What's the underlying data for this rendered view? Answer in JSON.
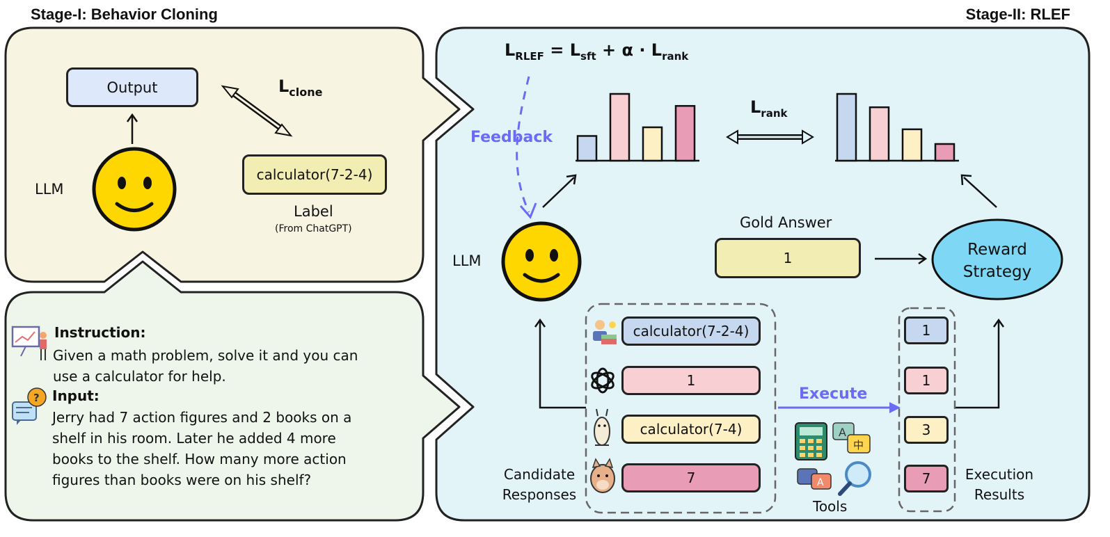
{
  "stage1": {
    "title": "Stage-I: Behavior Cloning",
    "output_label": "Output",
    "loss_main": "L",
    "loss_sub": "clone",
    "llm_label": "LLM",
    "call_label": "calculator(7-2-4)",
    "label_title": "Label",
    "label_source": "(From ChatGPT)"
  },
  "prompt": {
    "instruction_title": "Instruction:",
    "instruction_lines": [
      "Given a math problem, solve it and you can",
      "use a calculator for help."
    ],
    "input_title": "Input:",
    "input_lines": [
      "Jerry had 7 action figures and 2 books on a",
      "shelf in his room. Later he added 4 more",
      "books to the shelf. How many more action",
      "figures than books were on his shelf?"
    ]
  },
  "stage2": {
    "title": "Stage-II: RLEF",
    "formula": {
      "lhs": "L",
      "lhs_sub": "RLEF",
      "eq": " = ",
      "t1": "L",
      "t1_sub": "sft",
      "plus": " + α · ",
      "t2": "L",
      "t2_sub": "rank"
    },
    "feedback_label": "Feedback",
    "rank_main": "L",
    "rank_sub": "rank",
    "llm_label": "LLM",
    "gold_title": "Gold Answer",
    "gold_value": "1",
    "reward_lines": [
      "Reward",
      "Strategy"
    ],
    "execute_label": "Execute",
    "candidates_lines": [
      "Candidate",
      "Responses"
    ],
    "tools_label": "Tools",
    "exec_lines": [
      "Execution",
      "Results"
    ],
    "candidates": [
      {
        "text": "calculator(7-2-4)",
        "color": "#c6d8f0",
        "icon": "teacher-icon"
      },
      {
        "text": "1",
        "color": "#f8d0d4",
        "icon": "chatgpt-icon"
      },
      {
        "text": "calculator(7-4)",
        "color": "#fdf0c4",
        "icon": "llama-icon"
      },
      {
        "text": "7",
        "color": "#e89cb6",
        "icon": "alpaca-icon"
      }
    ],
    "results": [
      {
        "text": "1",
        "color": "#c6d8f0"
      },
      {
        "text": "1",
        "color": "#f8d0d4"
      },
      {
        "text": "3",
        "color": "#fdf0c4"
      },
      {
        "text": "7",
        "color": "#e89cb6"
      }
    ],
    "left_bars": [
      {
        "value": 0.37,
        "color": "#c6d8f0"
      },
      {
        "value": 1.0,
        "color": "#f8d0d4"
      },
      {
        "value": 0.5,
        "color": "#fdf0c4"
      },
      {
        "value": 0.82,
        "color": "#e89cb6"
      }
    ],
    "right_bars": [
      {
        "value": 1.0,
        "color": "#c6d8f0"
      },
      {
        "value": 0.8,
        "color": "#f8d0d4"
      },
      {
        "value": 0.47,
        "color": "#fdf0c4"
      },
      {
        "value": 0.25,
        "color": "#e89cb6"
      }
    ]
  },
  "colors": {
    "stage1_bg": "#f7f5e1",
    "prompt_bg": "#eef6ec",
    "stage2_bg": "#e3f4f8",
    "output_box": "#dde8fb",
    "label_box": "#f2edb2",
    "smiley": "#ffd700",
    "reward_oval": "#7dd7f5",
    "feedback": "#6b6bf5"
  }
}
